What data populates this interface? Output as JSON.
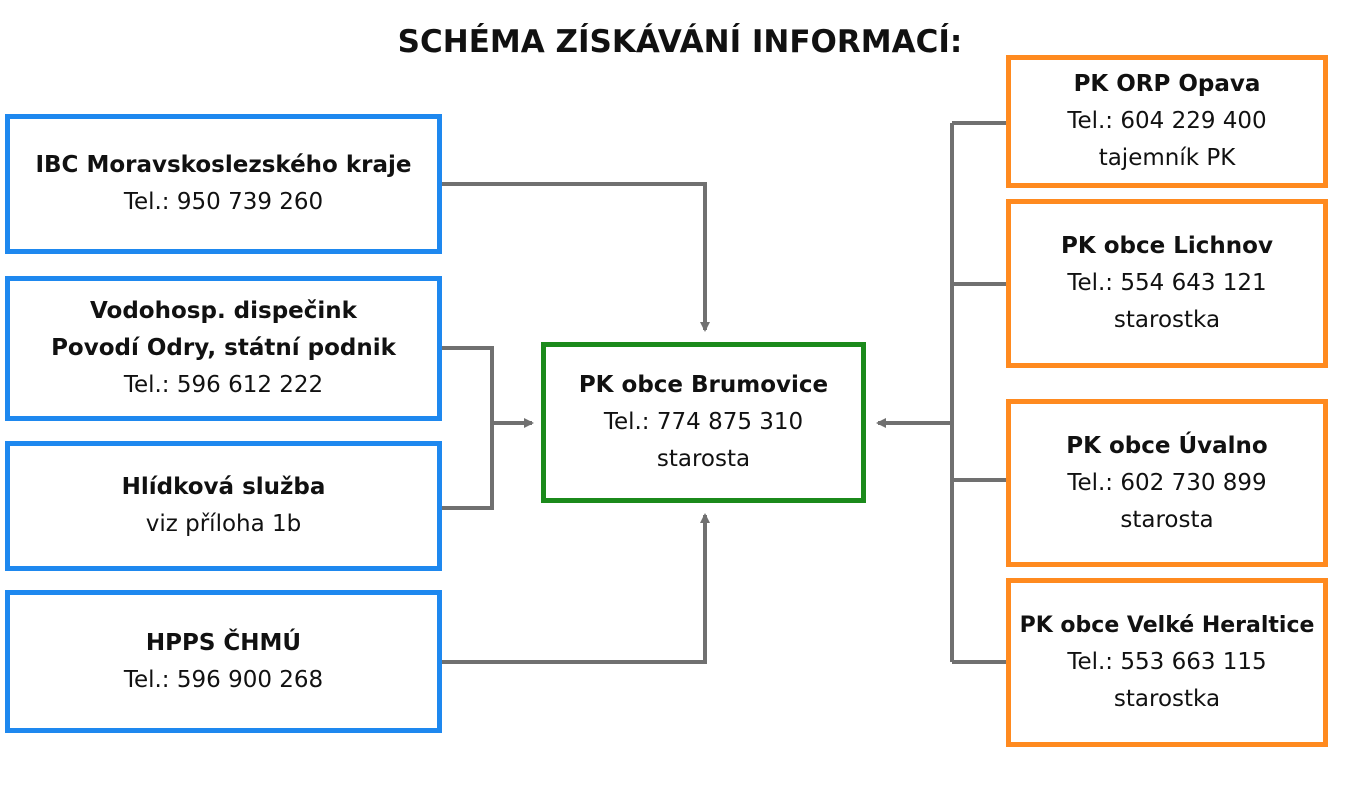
{
  "title": "SCHÉMA ZÍSKÁVÁNÍ INFORMACÍ:",
  "colors": {
    "source_border": "#1e88ef",
    "center_border": "#1b8a1b",
    "contact_border": "#ff8a1f",
    "connector": "#707070"
  },
  "center": {
    "name": "PK obce Brumovice",
    "phone": "Tel.: 774 875 310",
    "role": "starosta"
  },
  "sources": {
    "ibc": {
      "name": "IBC Moravskoslezského kraje",
      "phone": "Tel.: 950 739 260"
    },
    "vodohosp": {
      "name_line1": "Vodohosp. dispečink",
      "name_line2": "Povodí Odry, státní podnik",
      "phone": "Tel.: 596 612 222"
    },
    "hlidkova": {
      "name": "Hlídková služba",
      "note": "viz příloha 1b"
    },
    "hpps": {
      "name": "HPPS ČHMÚ",
      "phone": "Tel.: 596 900 268"
    }
  },
  "contacts": {
    "orp_opava": {
      "name": "PK ORP Opava",
      "phone": "Tel.: 604 229 400",
      "role": "tajemník PK"
    },
    "lichnov": {
      "name": "PK obce Lichnov",
      "phone": "Tel.: 554 643 121",
      "role": "starostka"
    },
    "uvalno": {
      "name": "PK obce Úvalno",
      "phone": "Tel.: 602 730 899",
      "role": "starosta"
    },
    "velke_heraltice": {
      "name": "PK obce Velké Heraltice",
      "phone": "Tel.: 553 663 115",
      "role": "starostka"
    }
  }
}
